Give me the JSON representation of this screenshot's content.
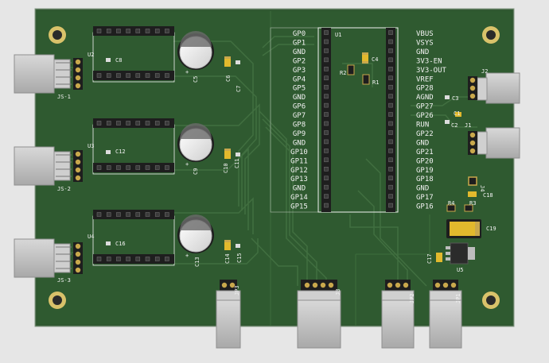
{
  "colors": {
    "background": "#e6e6e6",
    "board": "#2f5a30",
    "trace": "#3d6b3c",
    "silk": "#f2f2f2",
    "header": "#1e1e1e",
    "pad_gold": "#c9a84c",
    "connector": "#bfbfbf",
    "cap_body": "#e8e8e8",
    "smd_orange": "#e5a23a",
    "yellow_cap": "#e2b92d"
  },
  "pico_pins_left": [
    "GP0",
    "GP1",
    "GND",
    "GP2",
    "GP3",
    "GP4",
    "GP5",
    "GND",
    "GP6",
    "GP7",
    "GP8",
    "GP9",
    "GND",
    "GP10",
    "GP11",
    "GP12",
    "GP13",
    "GND",
    "GP14",
    "GP15"
  ],
  "pico_pins_right": [
    "VBUS",
    "VSYS",
    "GND",
    "3V3-EN",
    "3V3-OUT",
    "VREF",
    "GP28",
    "AGND",
    "GP27",
    "GP26",
    "RUN",
    "GP22",
    "GND",
    "GP21",
    "GP20",
    "GP19",
    "GP18",
    "GND",
    "GP17",
    "GP16"
  ],
  "refs": {
    "u1": "U1",
    "u2": "U2",
    "u3": "U3",
    "u4": "U4",
    "u5": "U5",
    "c1": "C1",
    "c2": "C2",
    "c3": "C3",
    "c4": "C4",
    "c5": "C5",
    "c6": "C6",
    "c7": "C7",
    "c8": "C8",
    "c9": "C9",
    "c10": "C10",
    "c11": "C11",
    "c12": "C12",
    "c13": "C13",
    "c14": "C14",
    "c15": "C15",
    "c16": "C16",
    "c17": "C17",
    "c18": "C18",
    "c19": "C19",
    "r1": "R1",
    "r2": "R2",
    "r3": "R3",
    "r4": "R4",
    "js1": "JS-1",
    "js2": "JS-2",
    "js3": "JS-3",
    "j1": "J1",
    "j2": "J2",
    "j3": "J3",
    "j4": "J4",
    "jp1": "JP1",
    "jp2": "JP2",
    "jp3": "JP3"
  }
}
